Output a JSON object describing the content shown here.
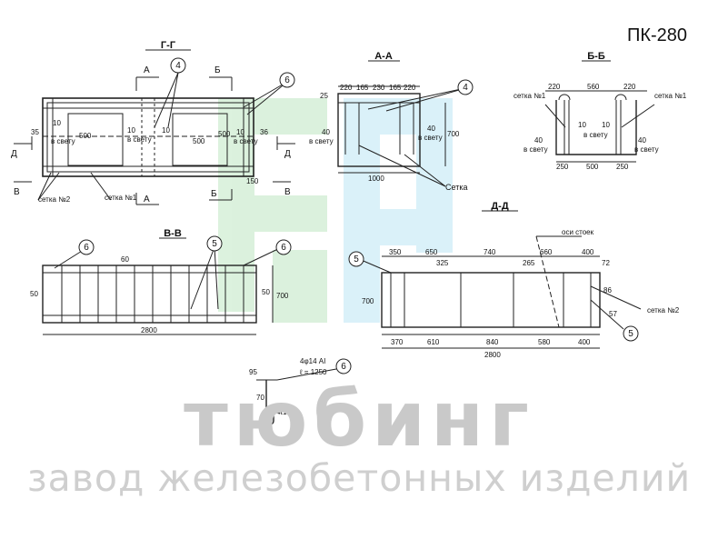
{
  "doc": {
    "code": "ПК-280"
  },
  "sections": {
    "gg": "Г-Г",
    "aa": "А-А",
    "bb": "Б-Б",
    "vv": "В-В",
    "dd": "Д-Д"
  },
  "cut_marks": {
    "a": "А",
    "b": "Б",
    "v": "В",
    "d": "Д"
  },
  "callouts": {
    "n4": "4",
    "n5": "5",
    "n6": "6"
  },
  "labels": {
    "setka_n1": "сетка №1",
    "setka_n2": "сетка №2",
    "setka": "Сетка",
    "v_svetu": "в свету",
    "osi_stoek": "оси стоек"
  },
  "dims": {
    "gg": {
      "d35": "35",
      "d10a": "10",
      "d500a": "500",
      "d10b": "10",
      "d10c": "10",
      "d500b": "500",
      "d500c": "500",
      "d10d": "10",
      "d36": "36",
      "d150": "150"
    },
    "aa": {
      "top": [
        "220",
        "165",
        "230",
        "165",
        "220"
      ],
      "d25": "25",
      "d40l": "40",
      "d40r": "40",
      "d700": "700",
      "d1000": "1000"
    },
    "bb": {
      "d220l": "220",
      "d560": "560",
      "d220r": "220",
      "d10l": "10",
      "d10r": "10",
      "d40l": "40",
      "d40r": "40",
      "bottom": [
        "250",
        "500",
        "250"
      ]
    },
    "vv": {
      "d60": "60",
      "d50l": "50",
      "d50r": "50",
      "d700": "700",
      "d2800": "2800"
    },
    "dd": {
      "top": [
        "350",
        "650",
        "740",
        "660",
        "400"
      ],
      "d325": "325",
      "d265": "265",
      "d72": "72",
      "d86": "86",
      "d57": "57",
      "d700": "700",
      "bottom": [
        "370",
        "610",
        "840",
        "580",
        "400"
      ],
      "d2800": "2800"
    },
    "bar": {
      "spec": "4φ14 АI",
      "length": "ℓ = 1250",
      "d95": "95",
      "d70": "70",
      "d415": "4ℓ1.5"
    }
  },
  "brand": {
    "main": "тюбинг",
    "sub": "завод железобетонных изделий"
  }
}
